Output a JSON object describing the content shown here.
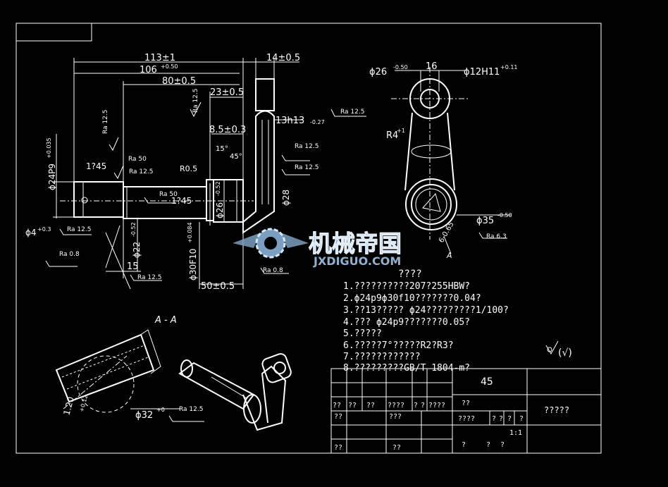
{
  "dimensions": {
    "d113": "113±1",
    "d106": "106",
    "d106_tol": "+0.50",
    "d80": "80±0.5",
    "d23": "23±0.5",
    "d14": "14±0.5",
    "d13h13": "13h13",
    "d13h13_tol": "-0.27",
    "d85": "8.5±0.3",
    "d15deg": "15°",
    "d45": "45°",
    "r05": "R0.5",
    "phi24p9": "ϕ24P9",
    "phi24p9_tol": "+0.035",
    "c145a": "1?45",
    "c145b": "1?45",
    "phi4": "ϕ4",
    "phi4_tol": "+0.3",
    "phi22": "ϕ22",
    "phi22_tol": "-0.52",
    "d15": "15",
    "phi30f10": "ϕ30F10",
    "phi30f10_tol": "+0.084",
    "phi26": "ϕ26",
    "phi26_tol": "-0.52",
    "phi28": "ϕ28",
    "d50": "50±0.5",
    "phi26_side": "ϕ26",
    "phi26_side_tol": "-0.50",
    "d16": "16",
    "phi12h11": "ϕ12H11",
    "phi12h11_tol": "+0.11",
    "r4": "R4",
    "r4_tol": "+1",
    "phi35": "ϕ35",
    "phi35_tol": "-0.50",
    "d065": "6-0.65",
    "phi32": "ϕ32",
    "phi32_tol": "+0",
    "d120": "1.20",
    "d120_tol": "+0.12",
    "d12": "1.2"
  },
  "roughness": {
    "ra125": "Ra 12.5",
    "ra50": "Ra 50",
    "ra08": "Ra 0.8",
    "ra63": "Ra 6.3"
  },
  "section": {
    "label": "A - A",
    "arrow": "A"
  },
  "watermark": {
    "brand": "机械帝国",
    "site": "JXDIGUO.COM"
  },
  "notes": {
    "heading": "????",
    "lines": [
      "1.??????????207?255HBW?",
      "2.ϕ24p9ϕ30f10???????0.04?",
      "3.??13?????   ϕ24?????????1/100?",
      "4.???  ϕ24p9???????0.05?",
      "5.?????",
      "6.?????7°?????R2?R3?",
      "7.????????????",
      "8.?????????GB/T 1804-m?"
    ],
    "finish_symbol": "(√)"
  },
  "title_block": {
    "material": "45",
    "name": "?????",
    "row1_a": "??",
    "row1_b": "??",
    "row1_c": "??",
    "row1_d": "????",
    "row1_e": "?",
    "row1_f": "?",
    "row1_g": "????",
    "row1_h": "??",
    "row2_a": "??",
    "row2_b": "???",
    "row2_c": "????",
    "row2_d": "?",
    "row2_e": "?",
    "row2_f": "?",
    "row2_g": "?",
    "scale": "1:1",
    "row4_a": "??",
    "row4_b": "??",
    "row4_c": "?",
    "row4_d": "?",
    "row4_e": "?"
  }
}
